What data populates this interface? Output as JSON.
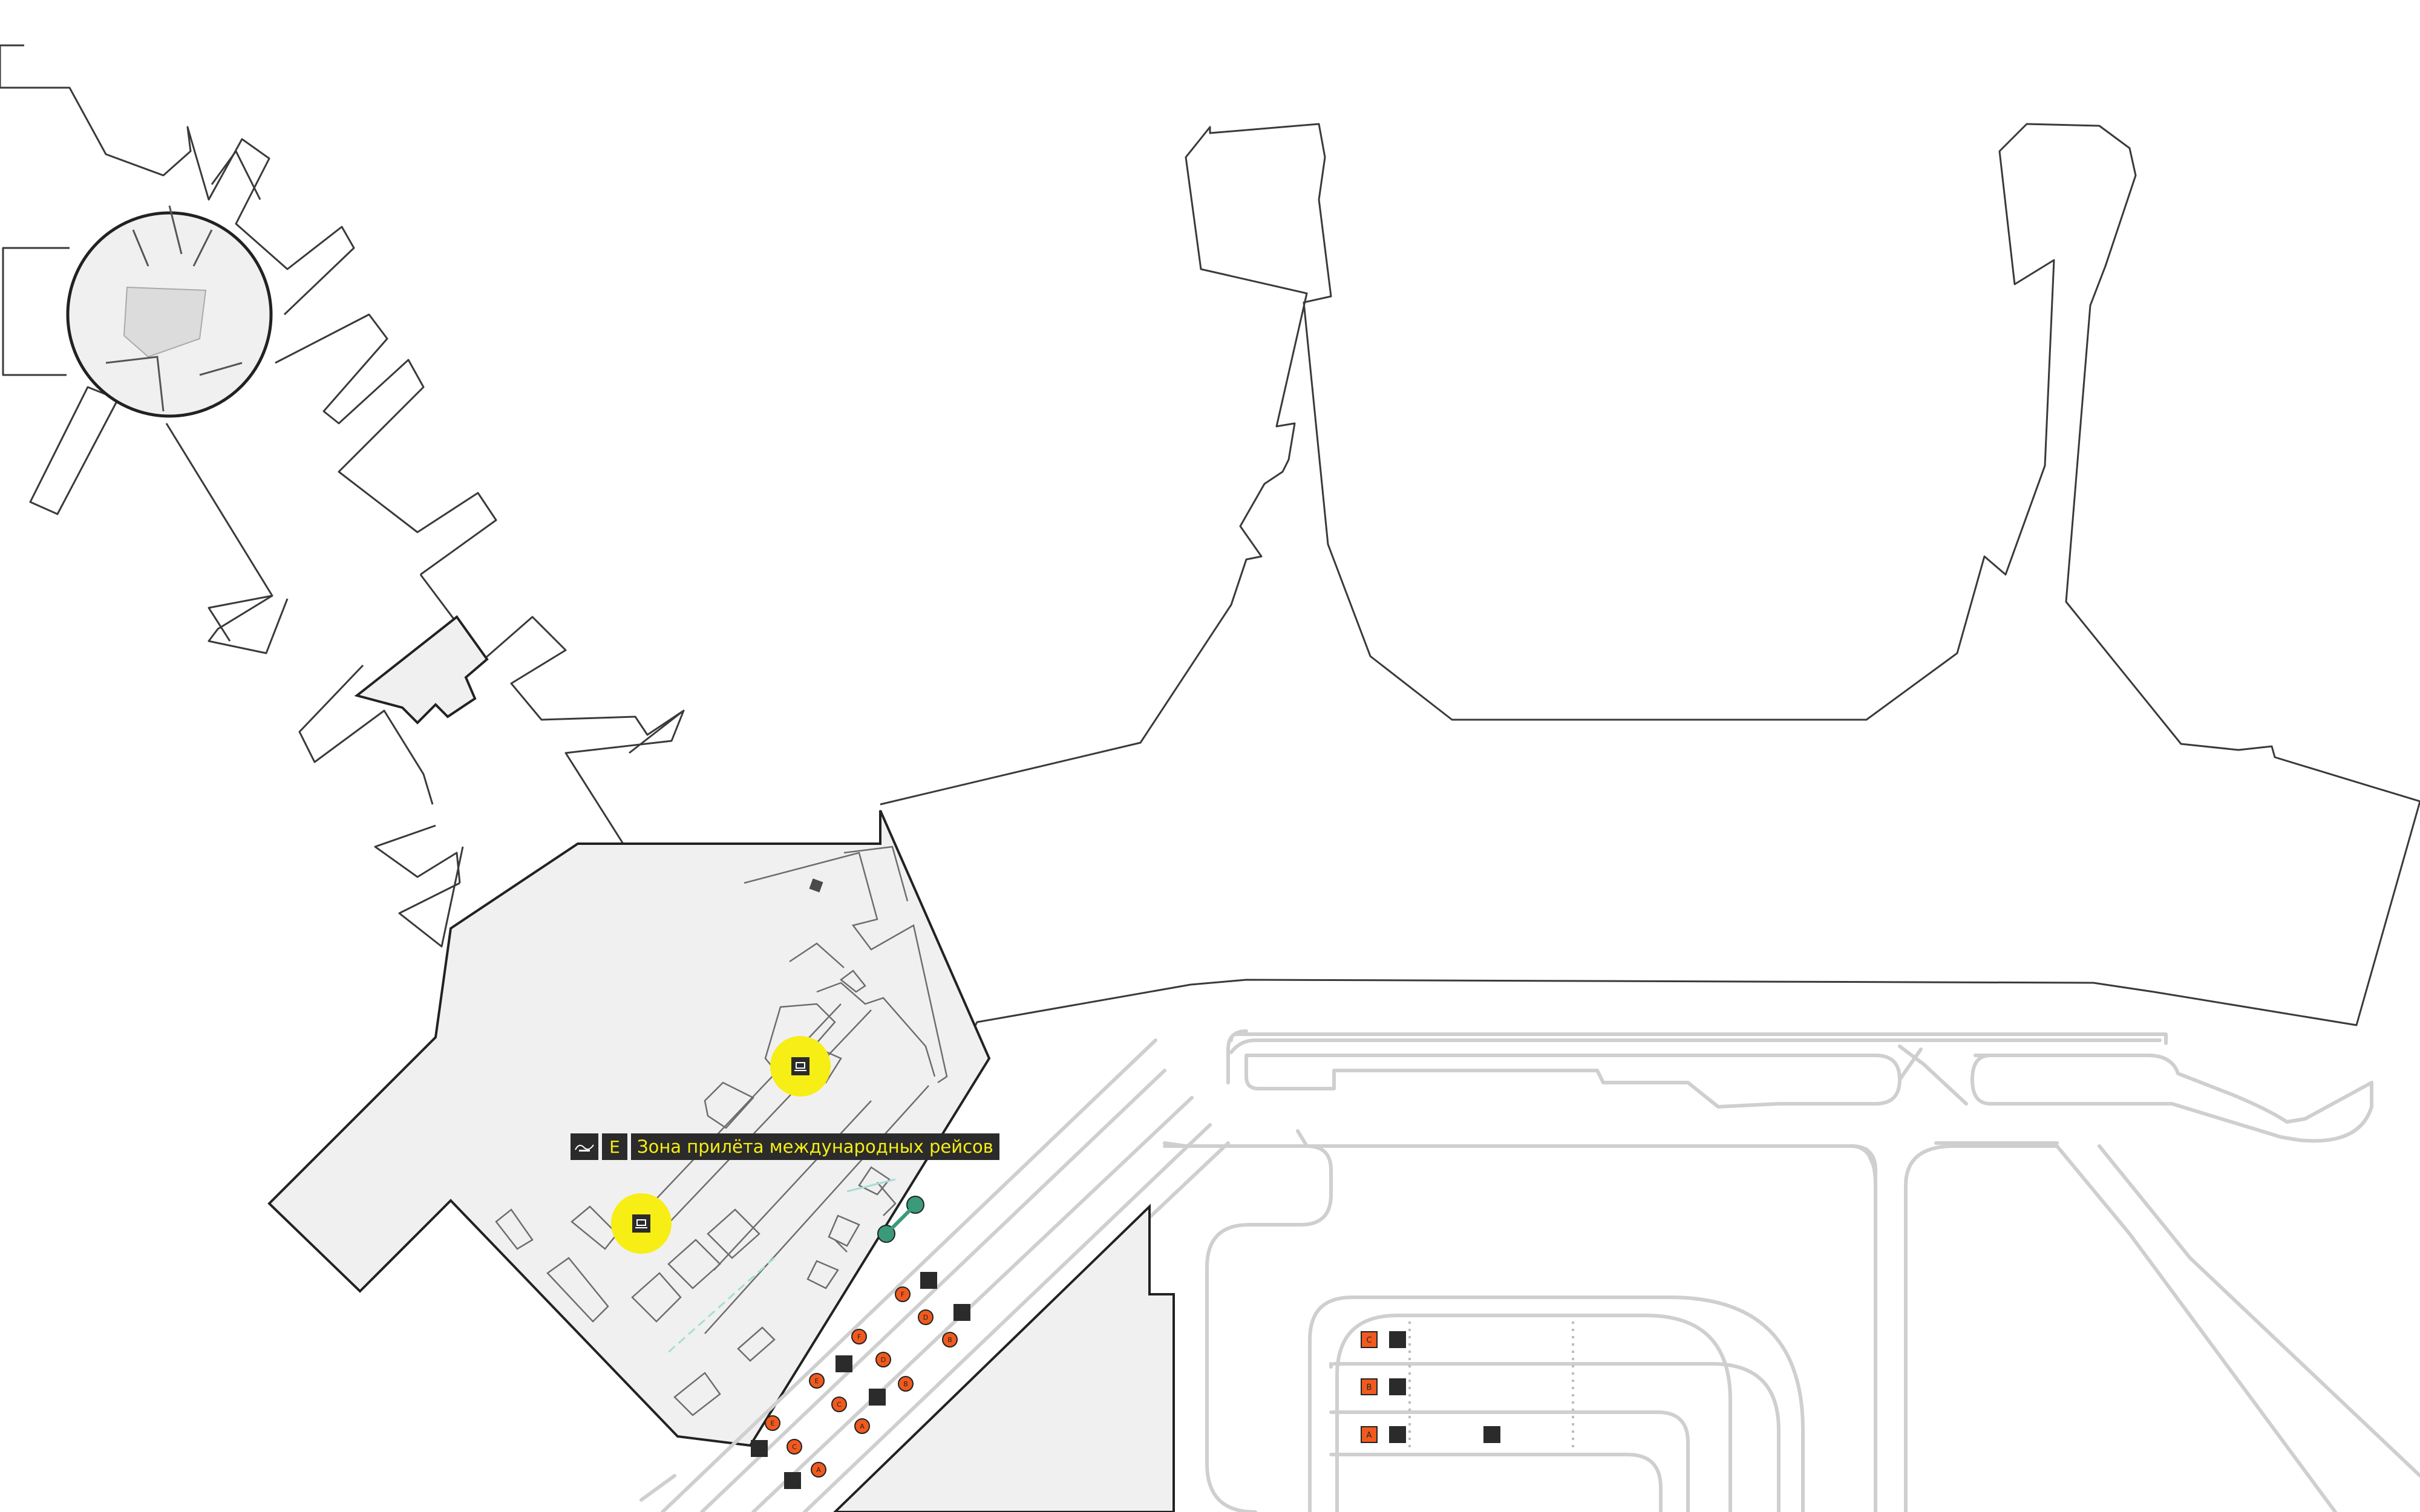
{
  "map": {
    "colors": {
      "terminal_fill": "#f0f0f0",
      "outline": "#2a2a2a",
      "road": "#cfcfcf",
      "highlight": "#f6ee14",
      "marker_dark": "#2b2b2b",
      "marker_orange": "#f05a1e",
      "transit_green": "#3a9a7a"
    },
    "selected_zone": {
      "letter": "E",
      "label": "Зона прилёта международных рейсов",
      "icon": "baggage-belt-icon"
    },
    "highlighted_markers": [
      {
        "icon": "baggage-claim-icon"
      },
      {
        "icon": "baggage-claim-icon"
      }
    ],
    "bus_stop_markers": [
      "F",
      "F",
      "E",
      "E",
      "D",
      "D",
      "C",
      "C",
      "B",
      "B",
      "A",
      "A"
    ],
    "parking_rows": [
      "C",
      "B",
      "A"
    ],
    "transit_icons": [
      "aeroexpress-icon",
      "aeroexpress-icon"
    ]
  }
}
